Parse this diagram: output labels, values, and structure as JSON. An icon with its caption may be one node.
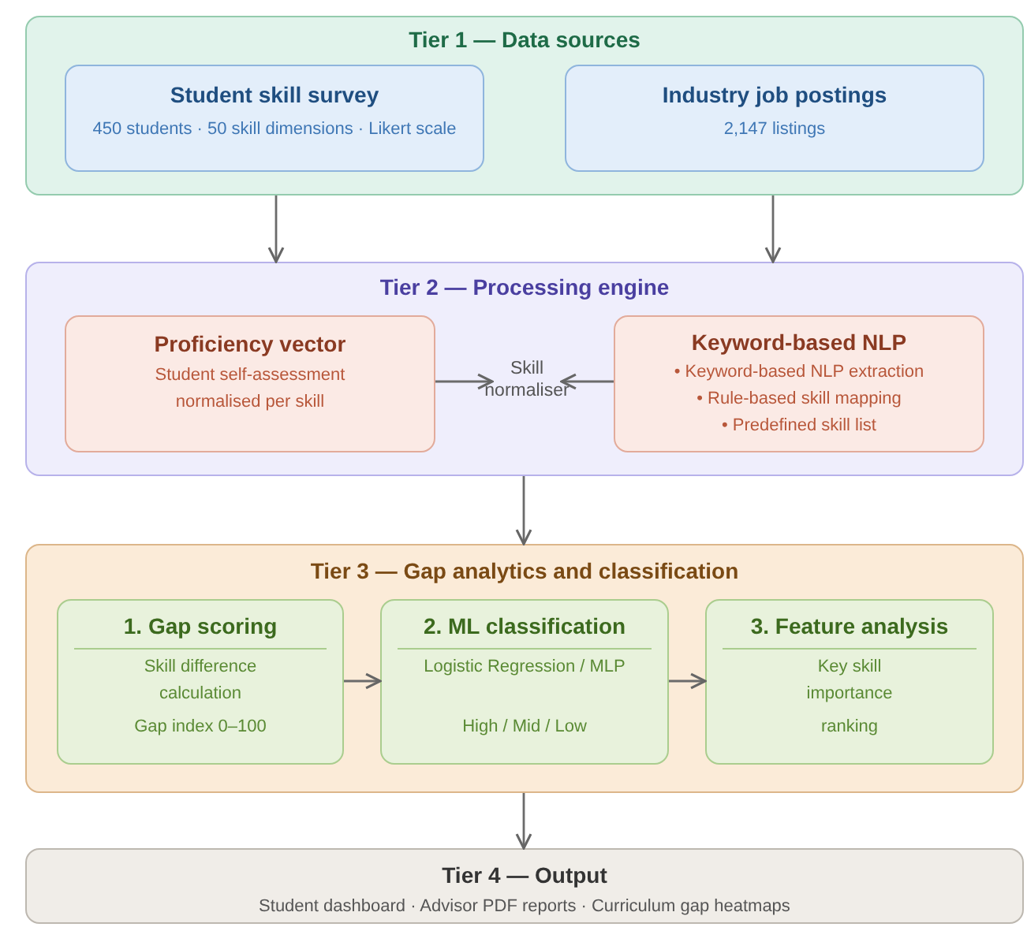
{
  "diagram": {
    "nodes": [
      {
        "text": [
          "Tier 1 — Data sources"
        ]
      },
      {
        "text": [
          "Student skill survey",
          "450 students · 50 skill dimensions · Likert scale"
        ],
        "in": 0
      },
      {
        "text": [
          "Industry job postings",
          "2,147 listings"
        ],
        "in": 0
      },
      {
        "text": [
          "Tier 2 — Processing engine"
        ]
      },
      {
        "text": [
          "Proficiency vector",
          "Student self-assessment normalised per skill"
        ],
        "in": 3
      },
      {
        "text": [
          "Skill normaliser"
        ],
        "in": 3
      },
      {
        "text": [
          "Keyword-based NLP",
          "• Keyword-based NLP extraction",
          "• Rule-based skill mapping",
          "• Predefined skill list"
        ],
        "in": 3
      },
      {
        "text": [
          "Tier 3 — Gap analytics and classification"
        ]
      },
      {
        "text": [
          "1. Gap scoring",
          "Skill difference calculation",
          "Gap index 0–100"
        ],
        "in": 7
      },
      {
        "text": [
          "2. ML classification",
          "Logistic Regression / MLP",
          "High / Mid / Low"
        ],
        "in": 7
      },
      {
        "text": [
          "3. Feature analysis",
          "Key skill importance",
          "ranking"
        ],
        "in": 7
      },
      {
        "text": [
          "Tier 4 — Output",
          "Student dashboard · Advisor PDF reports · Curriculum gap heatmaps"
        ]
      }
    ],
    "edges": [
      {
        "from": 0,
        "to": 3,
        "arrow": "to"
      },
      {
        "from": 0,
        "to": 3,
        "arrow": "to"
      },
      {
        "from": 4,
        "to": 5,
        "arrow": "to"
      },
      {
        "from": 6,
        "to": 5,
        "arrow": "to"
      },
      {
        "from": 3,
        "to": 7,
        "arrow": "to"
      },
      {
        "from": 8,
        "to": 9,
        "arrow": "to"
      },
      {
        "from": 9,
        "to": 10,
        "arrow": "to"
      },
      {
        "from": 7,
        "to": 11,
        "arrow": "to"
      }
    ]
  }
}
